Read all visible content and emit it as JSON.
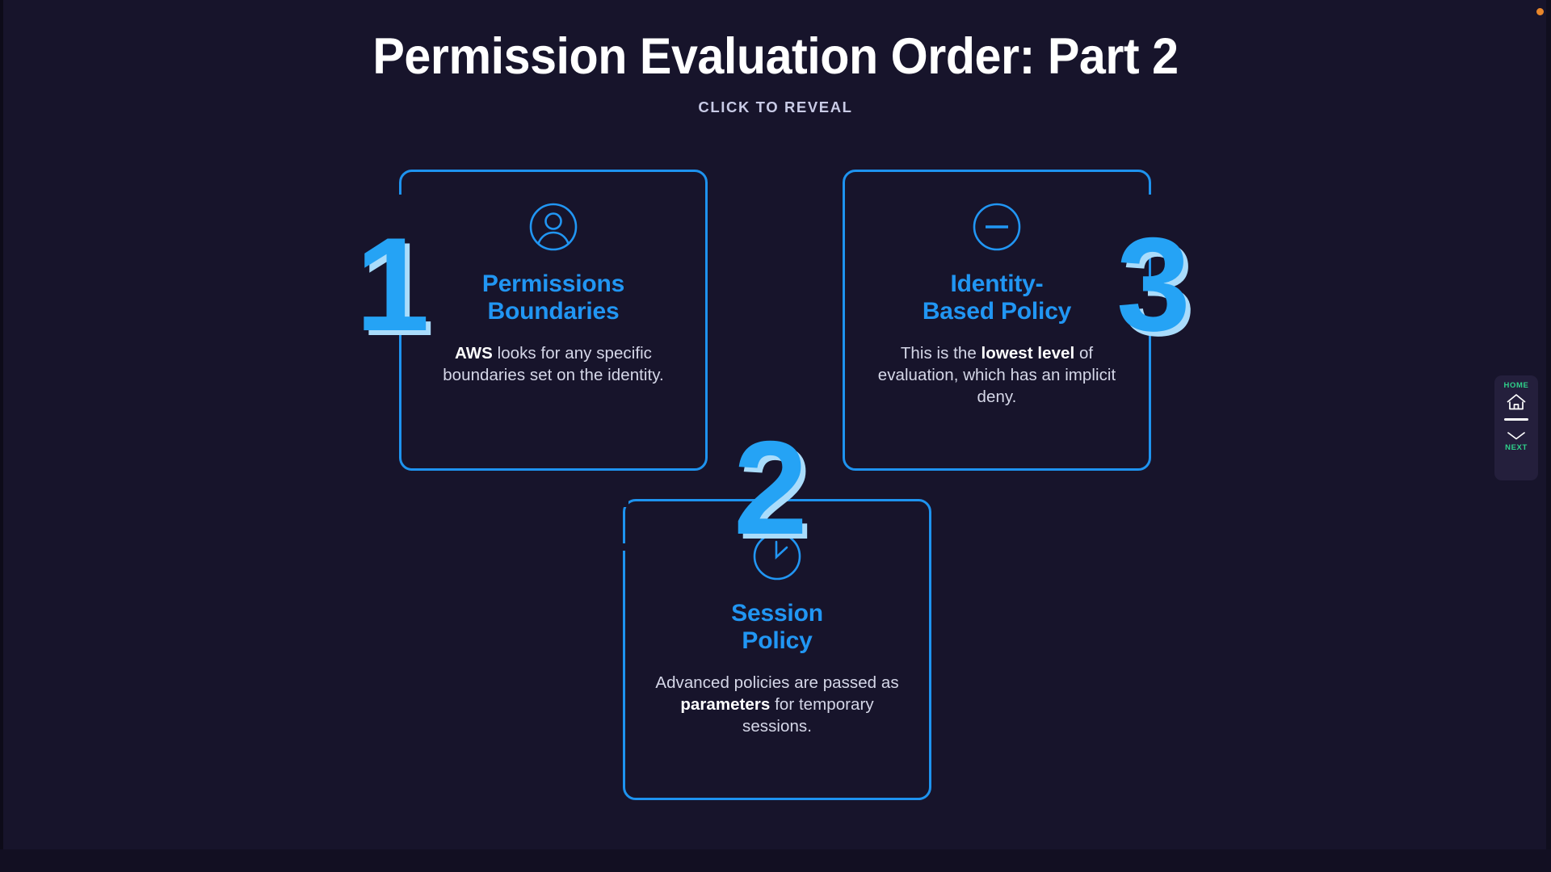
{
  "header": {
    "title": "Permission Evaluation Order: Part 2",
    "subtitle": "CLICK TO REVEAL"
  },
  "colors": {
    "background": "#17142b",
    "card_border": "#1e93ef",
    "accent_blue": "#2196f3",
    "numeral_blue": "#25a3f5",
    "numeral_shadow": "#aadcfb",
    "body_text": "#d5d7e8",
    "subtitle_text": "#c9cbe6",
    "nav_green": "#2fd08a",
    "nav_panel": "#241f3c",
    "scroll_dot": "#e8862a"
  },
  "cards": [
    {
      "number": "1",
      "icon": "user-icon",
      "title_line1": "Permissions",
      "title_line2": "Boundaries",
      "body_pre": "",
      "body_bold": "AWS",
      "body_post": " looks for any specific boundaries set on the identity."
    },
    {
      "number": "2",
      "icon": "clock-icon",
      "title_line1": "Session",
      "title_line2": "Policy",
      "body_pre": "Advanced policies are passed as ",
      "body_bold": "parameters",
      "body_post": " for temporary sessions."
    },
    {
      "number": "3",
      "icon": "minus-circle-icon",
      "title_line1": "Identity-",
      "title_line2": "Based Policy",
      "body_pre": "This is the ",
      "body_bold": "lowest level",
      "body_post": " of evaluation, which has an implicit deny."
    }
  ],
  "nav": {
    "home_label": "HOME",
    "home_icon": "home-icon",
    "next_label": "NEXT",
    "next_icon": "chevron-down-icon"
  }
}
